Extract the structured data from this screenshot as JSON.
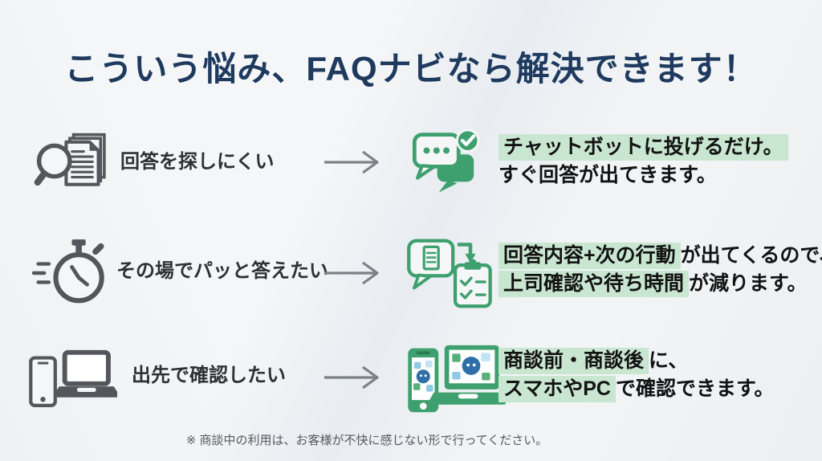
{
  "title": "こういう悩み、FAQナビなら解決できます！",
  "footer_note": "※ 商談中の利用は、お客様が不快に感じない形で行ってください。",
  "colors": {
    "title_navy": "#1e3a5e",
    "accent_green": "#3fa06f",
    "highlight_green": "#c9e6d1",
    "icon_gray": "#53575b",
    "arrow_gray": "#7b8187",
    "background": "#f5f6f7"
  },
  "rows": [
    {
      "problem_icon": "search-documents-icon",
      "problem_label": "回答を探しにくい",
      "solution_icon": "chatbot-check-icon",
      "solution": {
        "line1": {
          "highlight": "チャットボットに投げるだけ。",
          "rest": ""
        },
        "line2": {
          "highlight": "",
          "rest": "すぐ回答が出てきます。"
        }
      }
    },
    {
      "problem_icon": "stopwatch-icon",
      "problem_label": "その場でパッと答えたい",
      "solution_icon": "answer-next-action-icon",
      "solution": {
        "line1": {
          "highlight": "回答内容+次の行動",
          "rest": "が出てくるので、"
        },
        "line2": {
          "highlight": "上司確認や待ち時間",
          "rest": "が減ります。"
        }
      }
    },
    {
      "problem_icon": "smartphone-laptop-icon",
      "problem_label": "出先で確認したい",
      "solution_icon": "smartphone-pc-app-icon",
      "solution": {
        "line1": {
          "highlight": "商談前・商談後",
          "rest": "に、"
        },
        "line2": {
          "highlight": "スマホやPC",
          "rest": "で確認できます。"
        }
      }
    }
  ]
}
